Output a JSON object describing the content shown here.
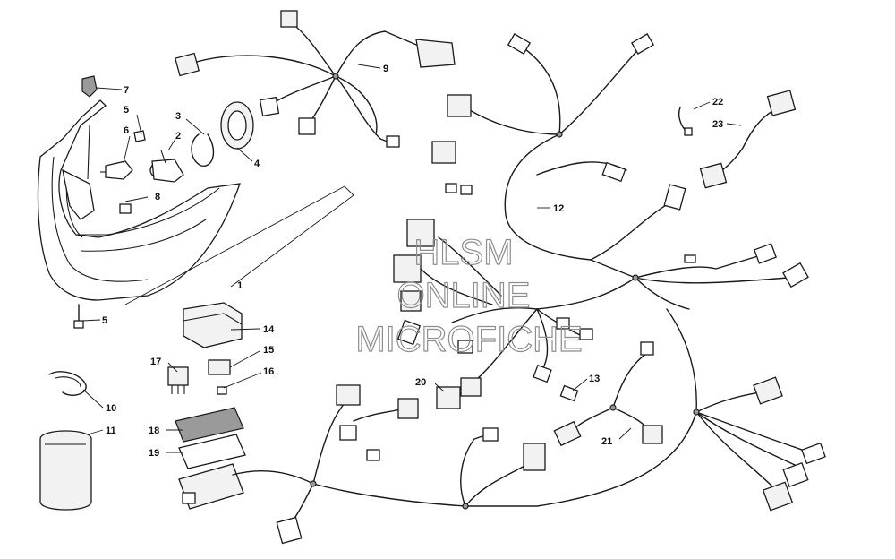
{
  "callouts": {
    "c1": "1",
    "c2": "2",
    "c3": "3",
    "c4": "4",
    "c5a": "5",
    "c5b": "5",
    "c6": "6",
    "c7": "7",
    "c8": "8",
    "c9": "9",
    "c10": "10",
    "c11": "11",
    "c12": "12",
    "c13": "13",
    "c14": "14",
    "c15": "15",
    "c16": "16",
    "c17": "17",
    "c18": "18",
    "c19": "19",
    "c20": "20",
    "c21": "21",
    "c22": "22",
    "c23": "23"
  },
  "watermark": {
    "line1": "HLSM",
    "line2": "ONLINE",
    "line3": "MICROFICHE"
  }
}
